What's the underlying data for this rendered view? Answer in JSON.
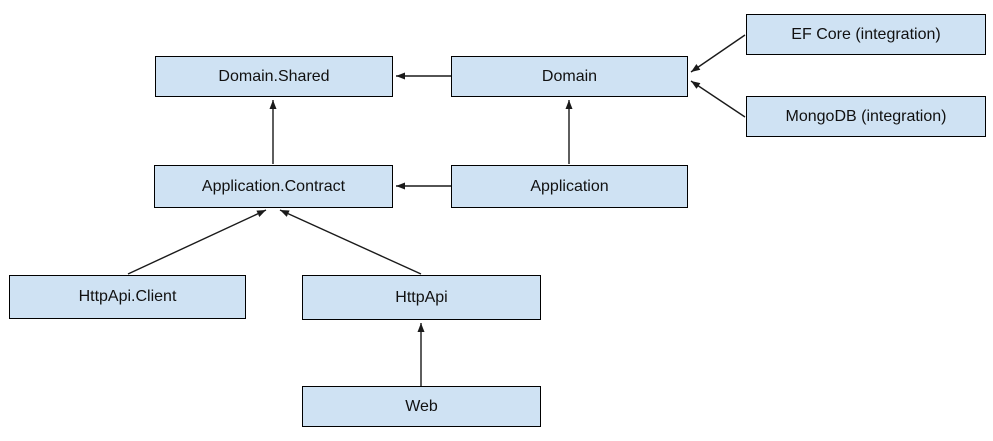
{
  "diagram": {
    "colors": {
      "node_fill": "#cfe2f3",
      "node_border": "#000000",
      "arrow": "#1a1a1a",
      "background": "#ffffff"
    },
    "nodes": [
      {
        "id": "domain-shared",
        "label": "Domain.Shared"
      },
      {
        "id": "domain",
        "label": "Domain"
      },
      {
        "id": "ef-core",
        "label": "EF Core (integration)"
      },
      {
        "id": "mongodb",
        "label": "MongoDB (integration)"
      },
      {
        "id": "application-contract",
        "label": "Application.Contract"
      },
      {
        "id": "application",
        "label": "Application"
      },
      {
        "id": "httpapi-client",
        "label": "HttpApi.Client"
      },
      {
        "id": "httpapi",
        "label": "HttpApi"
      },
      {
        "id": "web",
        "label": "Web"
      }
    ],
    "edges": [
      {
        "from": "domain",
        "to": "domain-shared"
      },
      {
        "from": "application-contract",
        "to": "domain-shared"
      },
      {
        "from": "application",
        "to": "domain"
      },
      {
        "from": "application",
        "to": "application-contract"
      },
      {
        "from": "ef-core",
        "to": "domain"
      },
      {
        "from": "mongodb",
        "to": "domain"
      },
      {
        "from": "httpapi-client",
        "to": "application-contract"
      },
      {
        "from": "httpapi",
        "to": "application-contract"
      },
      {
        "from": "web",
        "to": "httpapi"
      }
    ]
  }
}
